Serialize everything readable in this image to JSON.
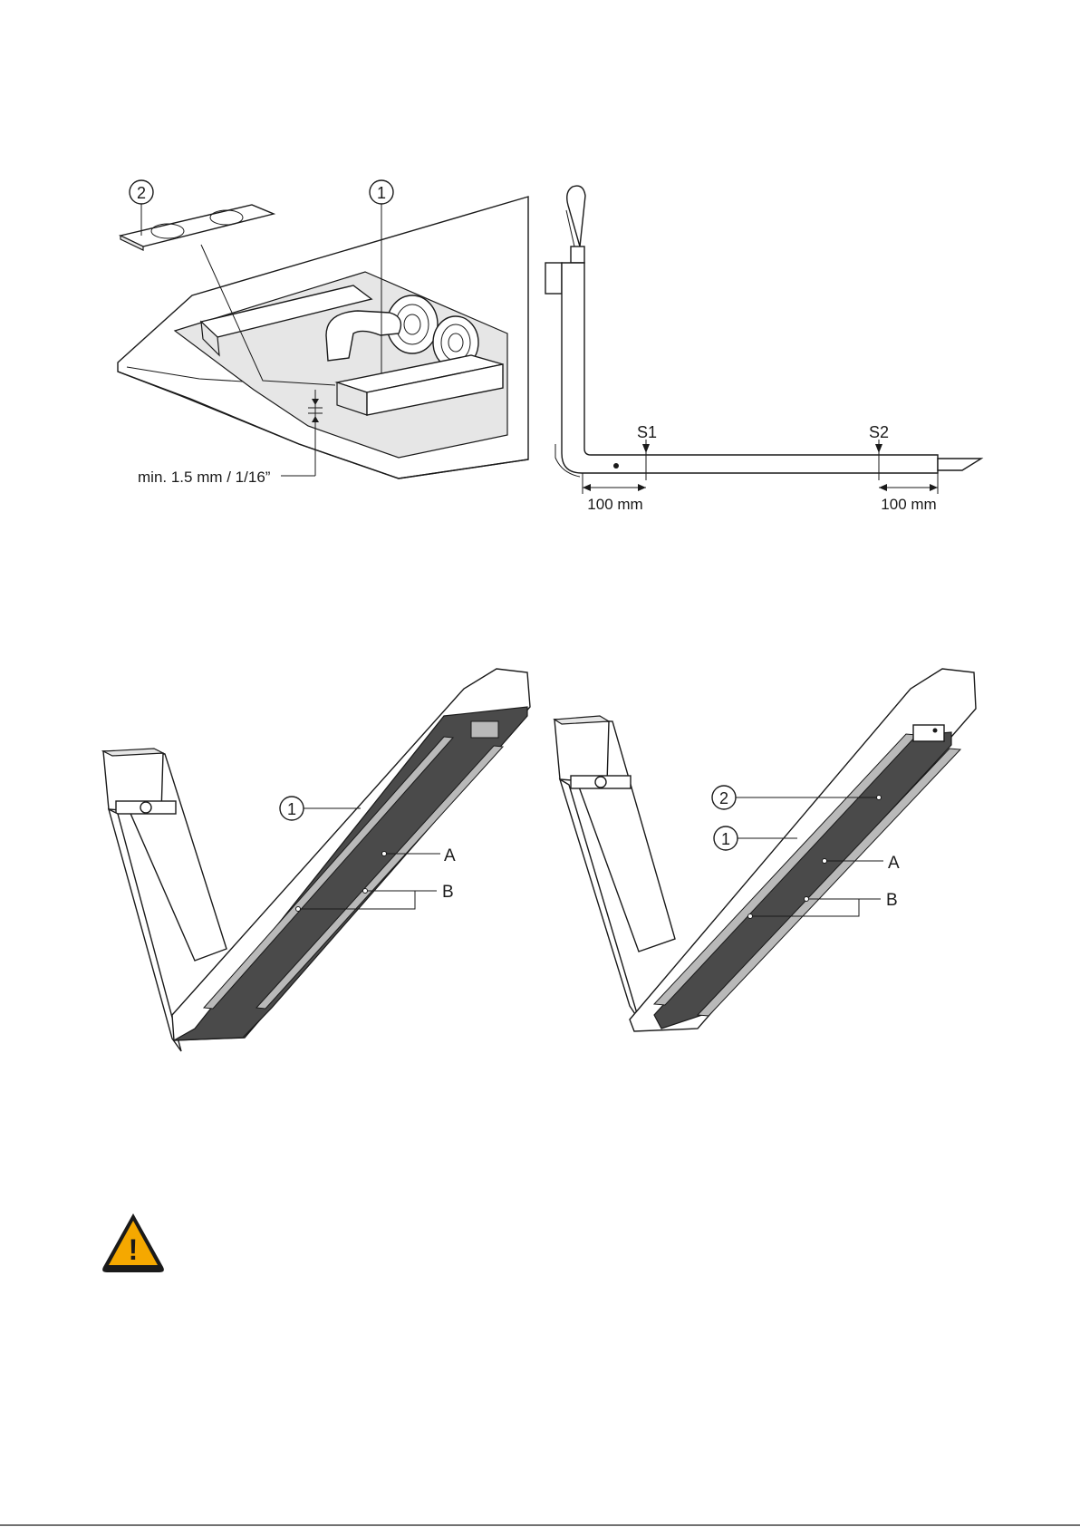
{
  "figure1": {
    "callout_1": "1",
    "callout_2": "2",
    "gap_label": "min. 1.5 mm / 1/16”"
  },
  "figure2": {
    "s1_label": "S1",
    "s2_label": "S2",
    "dim_left": "100 mm",
    "dim_right": "100 mm"
  },
  "figure3": {
    "callout_1": "1",
    "label_a": "A",
    "label_b": "B"
  },
  "figure4": {
    "callout_1": "1",
    "callout_2": "2",
    "label_a": "A",
    "label_b": "B"
  },
  "warning": {
    "icon": "warning-triangle-icon",
    "color": "#f5a800",
    "symbol": "!"
  }
}
